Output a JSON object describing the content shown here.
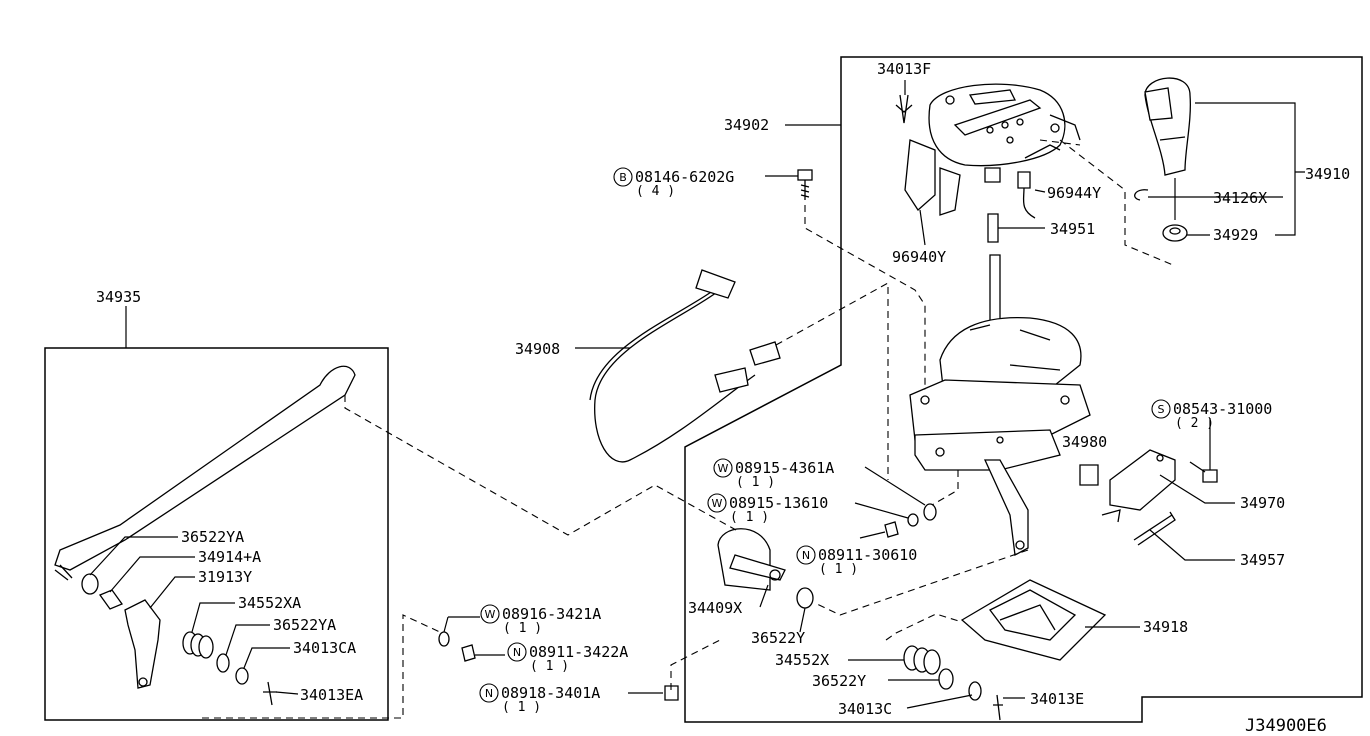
{
  "diagram_id": "J34900E6",
  "labels": {
    "p34013F": "34013F",
    "p34902": "34902",
    "b08146": "08146-6202G",
    "b08146_qty": "( 4 )",
    "p96944Y": "96944Y",
    "p96940Y": "96940Y",
    "p34951": "34951",
    "p34910": "34910",
    "p34126X": "34126X",
    "p34929": "34929",
    "p34935": "34935",
    "p34908": "34908",
    "s08543": "08543-31000",
    "s08543_qty": "( 2 )",
    "p34980": "34980",
    "p34970": "34970",
    "w08915_4361A": "08915-4361A",
    "w08915_4361A_qty": "( 1 )",
    "w08915_13610": "08915-13610",
    "w08915_13610_qty": "( 1 )",
    "n08911_30610": "08911-30610",
    "n08911_30610_qty": "( 1 )",
    "p34957": "34957",
    "p36522YA_a": "36522YA",
    "p34914A": "34914+A",
    "p31913Y": "31913Y",
    "p34552XA": "34552XA",
    "p36522YA_b": "36522YA",
    "p34013CA": "34013CA",
    "p34013EA": "34013EA",
    "w08916": "08916-3421A",
    "w08916_qty": "( 1 )",
    "n08911_3422A": "08911-3422A",
    "n08911_3422A_qty": "( 1 )",
    "n08918": "08918-3401A",
    "n08918_qty": "( 1 )",
    "p34409X": "34409X",
    "p36522Y_a": "36522Y",
    "p34918": "34918",
    "p34552X": "34552X",
    "p36522Y_b": "36522Y",
    "p34013C": "34013C",
    "p34013E": "34013E"
  },
  "prefix": {
    "B": "B",
    "S": "S",
    "W": "W",
    "N": "N"
  }
}
